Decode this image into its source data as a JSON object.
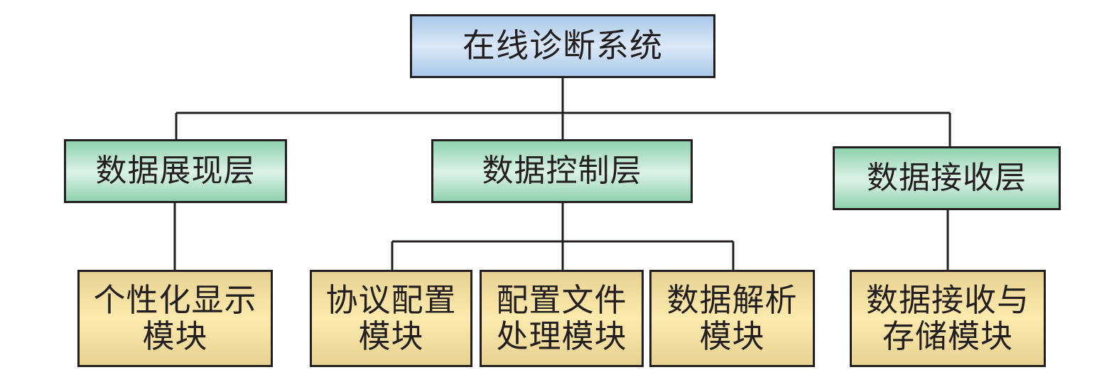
{
  "diagram": {
    "type": "hierarchy-tree",
    "root": {
      "label": "在线诊断系统",
      "color": "#c6daf1"
    },
    "layers": [
      {
        "label": "数据展现层",
        "color": "#b6e2c9",
        "modules": [
          {
            "label_lines": [
              "个性化显示",
              "模块"
            ]
          }
        ]
      },
      {
        "label": "数据控制层",
        "color": "#b6e2c9",
        "modules": [
          {
            "label_lines": [
              "协议配置",
              "模块"
            ]
          },
          {
            "label_lines": [
              "配置文件",
              "处理模块"
            ]
          },
          {
            "label_lines": [
              "数据解析",
              "模块"
            ]
          }
        ]
      },
      {
        "label": "数据接收层",
        "color": "#b6e2c9",
        "modules": [
          {
            "label_lines": [
              "数据接收与",
              "存储模块"
            ]
          }
        ]
      }
    ],
    "module_color": "#f2dfa0",
    "line_color": "#231f20"
  }
}
